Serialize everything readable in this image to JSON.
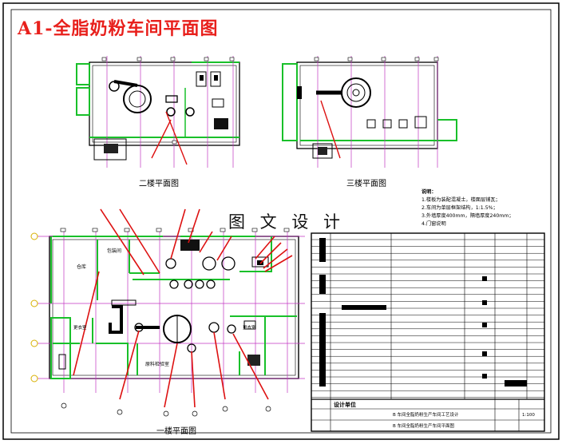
{
  "title": "A1-全脂奶粉车间平面图",
  "plans": {
    "second_floor": "二楼平面图",
    "third_floor": "三楼平面图",
    "first_floor": "一楼平面图"
  },
  "watermark": "图 文 设 计",
  "notes": {
    "heading": "说明：",
    "lines": [
      "1.楼板为装配混凝土，楼面层铺瓦；",
      "2.车间为单层框架结构，1:1.5%；",
      "3.外墙厚度400mm，隔墙厚度240mm；",
      "4.门窗说明"
    ]
  },
  "rooms": {
    "bag_room": "包装间",
    "storage": "仓库",
    "changing_left": "更衣室",
    "changing_right": "更衣室",
    "material_room": "原料检验室"
  },
  "title_block": {
    "design_unit": "设计单位",
    "project_row": "B 车间全脂奶粉生产车间工艺设计",
    "drawing_row": "B 车间全脂奶粉生产车间平面图",
    "scale": "1:100"
  },
  "colors": {
    "wall_green": "#19c02a",
    "grid_magenta": "#c034c0",
    "leader_red": "#dd1111",
    "title_red": "#e8201c",
    "axis_yellow": "#d8b000"
  }
}
